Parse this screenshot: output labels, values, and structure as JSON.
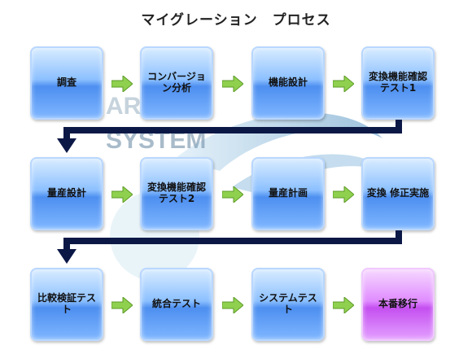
{
  "title": "マイグレーション　プロセス",
  "watermark": "ARCHA SYSTEM",
  "rows": [
    {
      "steps": [
        {
          "label": "調査"
        },
        {
          "label": "コンバージョン分析"
        },
        {
          "label": "機能設計"
        },
        {
          "label": "変換機能確認テスト1"
        }
      ]
    },
    {
      "steps": [
        {
          "label": "量産設計"
        },
        {
          "label": "変換機能確認テスト2"
        },
        {
          "label": "量産計画"
        },
        {
          "label": "変換 修正実施"
        }
      ]
    },
    {
      "steps": [
        {
          "label": "比較検証テスト"
        },
        {
          "label": "統合テスト"
        },
        {
          "label": "システムテスト"
        },
        {
          "label": "本番移行"
        }
      ]
    }
  ],
  "colors": {
    "step": "#5b9bf5",
    "final_step": "#d066f5",
    "arrow": "#8fd14f",
    "connector": "#0b1846"
  }
}
